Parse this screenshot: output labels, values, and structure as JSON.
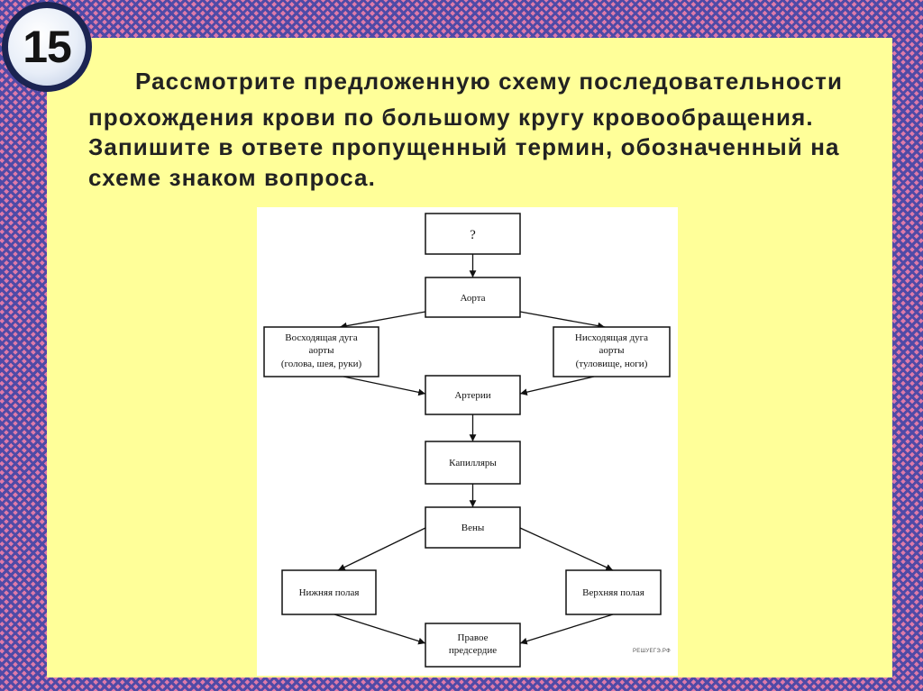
{
  "slide": {
    "number": "15",
    "question_lines": [
      "Рассмотрите предложенную схему последовательности",
      "прохождения крови по большому кругу кровообращения.",
      "Запишите в ответе пропущенный термин, обозначенный на",
      "схеме знаком вопроса."
    ]
  },
  "diagram": {
    "boxes": {
      "question": [
        "?"
      ],
      "aorta": [
        "Аорта"
      ],
      "ascending_arch": [
        "Восходящая дуга",
        "аорты",
        "(голова, шея, руки)"
      ],
      "descending_arch": [
        "Нисходящая дуга",
        "аорты",
        "(туловище, ноги)"
      ],
      "arteries": [
        "Артерии"
      ],
      "capillaries": [
        "Капилляры"
      ],
      "veins": [
        "Вены"
      ],
      "inferior_vena_cava": [
        "Нижняя полая"
      ],
      "superior_vena_cava": [
        "Верхняя полая"
      ],
      "right_atrium": [
        "Правое",
        "предсердие"
      ]
    },
    "watermark": "РЕШУЕГЭ.РФ"
  },
  "colors": {
    "panel": "#ffff99",
    "text": "#222222",
    "badge_ring": "#1b2452",
    "badge_fill": "#e8eef8",
    "badge_text": "#141414",
    "diagram_bg": "#ffffff",
    "diagram_stroke": "#111111",
    "checker_pink": "#e07aa8",
    "checker_blue": "#4f4aa6"
  }
}
